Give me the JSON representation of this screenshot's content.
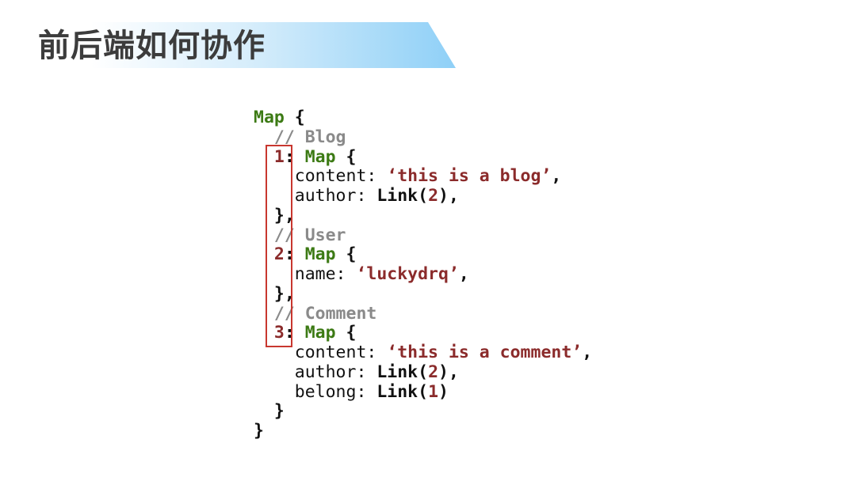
{
  "slide": {
    "title": "前后端如何协作",
    "accent_color": "#8fd0f7",
    "highlight_box_color": "#c8372f"
  },
  "code_lines": [
    [
      {
        "t": "Map",
        "c": "kw"
      },
      {
        "t": " {",
        "c": "b"
      }
    ],
    [
      {
        "t": "  ",
        "c": ""
      },
      {
        "t": "// Blog",
        "c": "cm"
      }
    ],
    [
      {
        "t": "  ",
        "c": ""
      },
      {
        "t": "1",
        "c": "num"
      },
      {
        "t": ": ",
        "c": "b"
      },
      {
        "t": "Map",
        "c": "kw"
      },
      {
        "t": " {",
        "c": "b"
      }
    ],
    [
      {
        "t": "    content: ",
        "c": ""
      },
      {
        "t": "‘this is a blog’",
        "c": "str"
      },
      {
        "t": ",",
        "c": "b"
      }
    ],
    [
      {
        "t": "    author: ",
        "c": ""
      },
      {
        "t": "Link(",
        "c": "b"
      },
      {
        "t": "2",
        "c": "num"
      },
      {
        "t": "),",
        "c": "b"
      }
    ],
    [
      {
        "t": "  },",
        "c": "b"
      }
    ],
    [
      {
        "t": "  ",
        "c": ""
      },
      {
        "t": "// User",
        "c": "cm"
      }
    ],
    [
      {
        "t": "  ",
        "c": ""
      },
      {
        "t": "2",
        "c": "num"
      },
      {
        "t": ": ",
        "c": "b"
      },
      {
        "t": "Map",
        "c": "kw"
      },
      {
        "t": " {",
        "c": "b"
      }
    ],
    [
      {
        "t": "    name: ",
        "c": ""
      },
      {
        "t": "‘luckydrq’",
        "c": "str"
      },
      {
        "t": ",",
        "c": "b"
      }
    ],
    [
      {
        "t": "  },",
        "c": "b"
      }
    ],
    [
      {
        "t": "  ",
        "c": ""
      },
      {
        "t": "// Comment",
        "c": "cm"
      }
    ],
    [
      {
        "t": "  ",
        "c": ""
      },
      {
        "t": "3",
        "c": "num"
      },
      {
        "t": ": ",
        "c": "b"
      },
      {
        "t": "Map",
        "c": "kw"
      },
      {
        "t": " {",
        "c": "b"
      }
    ],
    [
      {
        "t": "    content: ",
        "c": ""
      },
      {
        "t": "‘this is a comment’",
        "c": "str"
      },
      {
        "t": ",",
        "c": "b"
      }
    ],
    [
      {
        "t": "    author: ",
        "c": ""
      },
      {
        "t": "Link(",
        "c": "b"
      },
      {
        "t": "2",
        "c": "num"
      },
      {
        "t": "),",
        "c": "b"
      }
    ],
    [
      {
        "t": "    belong: ",
        "c": ""
      },
      {
        "t": "Link(",
        "c": "b"
      },
      {
        "t": "1",
        "c": "num"
      },
      {
        "t": ")",
        "c": "b"
      }
    ],
    [
      {
        "t": "  }",
        "c": "b"
      }
    ],
    [
      {
        "t": "}",
        "c": "b"
      }
    ]
  ]
}
